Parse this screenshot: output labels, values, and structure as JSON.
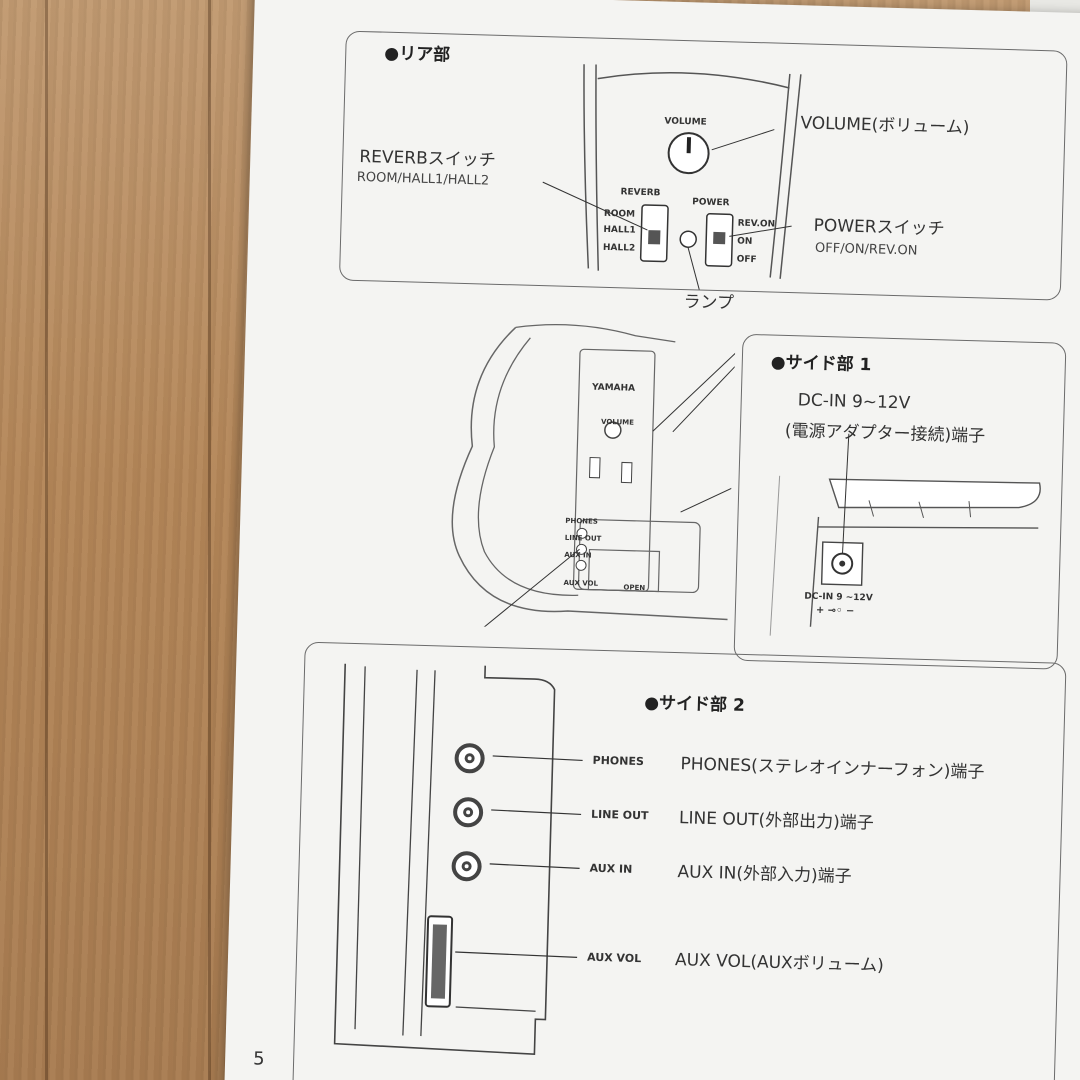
{
  "page_number": "5",
  "rear": {
    "title": "●リア部",
    "volume_panel_label": "VOLUME",
    "volume_callout": "VOLUME(ボリューム)",
    "reverb_callout": "REVERBスイッチ",
    "reverb_options": "ROOM/HALL1/HALL2",
    "reverb_panel_label": "REVERB",
    "reverb_room": "ROOM",
    "reverb_hall1": "HALL1",
    "reverb_hall2": "HALL2",
    "power_panel_label": "POWER",
    "power_rev_on": "REV.ON",
    "power_on": "ON",
    "power_off": "OFF",
    "power_callout": "POWERスイッチ",
    "power_options": "OFF/ON/REV.ON",
    "lamp_callout": "ランプ"
  },
  "body_diagram": {
    "brand": "YAMAHA",
    "volume": "VOLUME",
    "phones": "PHONES",
    "line_out": "LINE OUT",
    "aux_in": "AUX IN",
    "aux_vol": "AUX VOL",
    "open": "OPEN"
  },
  "side1": {
    "title": "●サイド部 1",
    "callout_line1": "DC-IN 9~12V",
    "callout_line2": "(電源アダプター接続)端子",
    "panel_label": "DC-IN 9 ~12V",
    "polarity": "+ ⊸◦ −"
  },
  "side2": {
    "title": "●サイド部 2",
    "phones_label": "PHONES",
    "phones_desc": "PHONES(ステレオインナーフォン)端子",
    "lineout_label": "LINE OUT",
    "lineout_desc": "LINE OUT(外部出力)端子",
    "auxin_label": "AUX IN",
    "auxin_desc": "AUX IN(外部入力)端子",
    "auxvol_label": "AUX VOL",
    "auxvol_desc": "AUX VOL(AUXボリューム)"
  }
}
